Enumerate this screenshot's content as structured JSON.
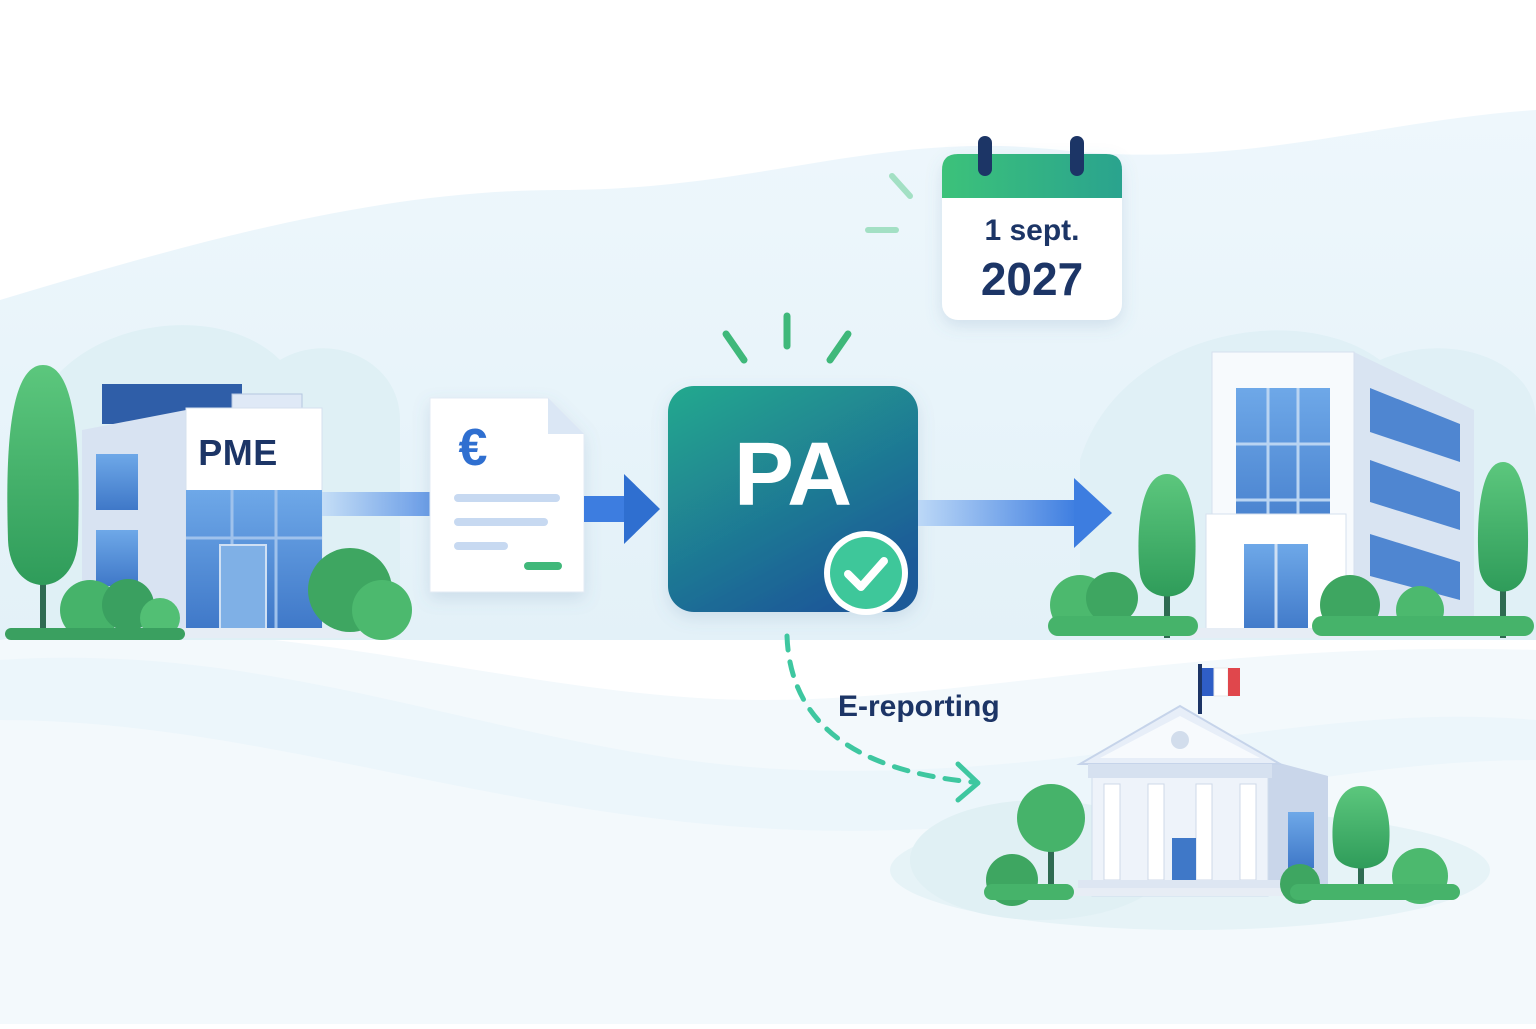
{
  "sender": {
    "label": "PME"
  },
  "invoice": {
    "currency_symbol": "€",
    "icon": "invoice-document-icon"
  },
  "platform": {
    "label": "PA",
    "status_icon": "check-icon"
  },
  "deadline": {
    "day_month": "1 sept.",
    "year": "2027",
    "icon": "calendar-icon"
  },
  "reporting": {
    "label": "E-reporting"
  },
  "receiver": {
    "icon": "office-building-icon"
  },
  "authority": {
    "icon": "government-building-icon",
    "flag_icon": "french-flag-icon"
  },
  "colors": {
    "navy": "#1c3566",
    "blue_arrow": "#2f6fd0",
    "pa_gradient_top": "#1e9e8a",
    "pa_gradient_bottom": "#1d5f9a",
    "green": "#3fb87a",
    "teal_accent": "#3ec7a0",
    "sky": "#e8f4fb"
  }
}
